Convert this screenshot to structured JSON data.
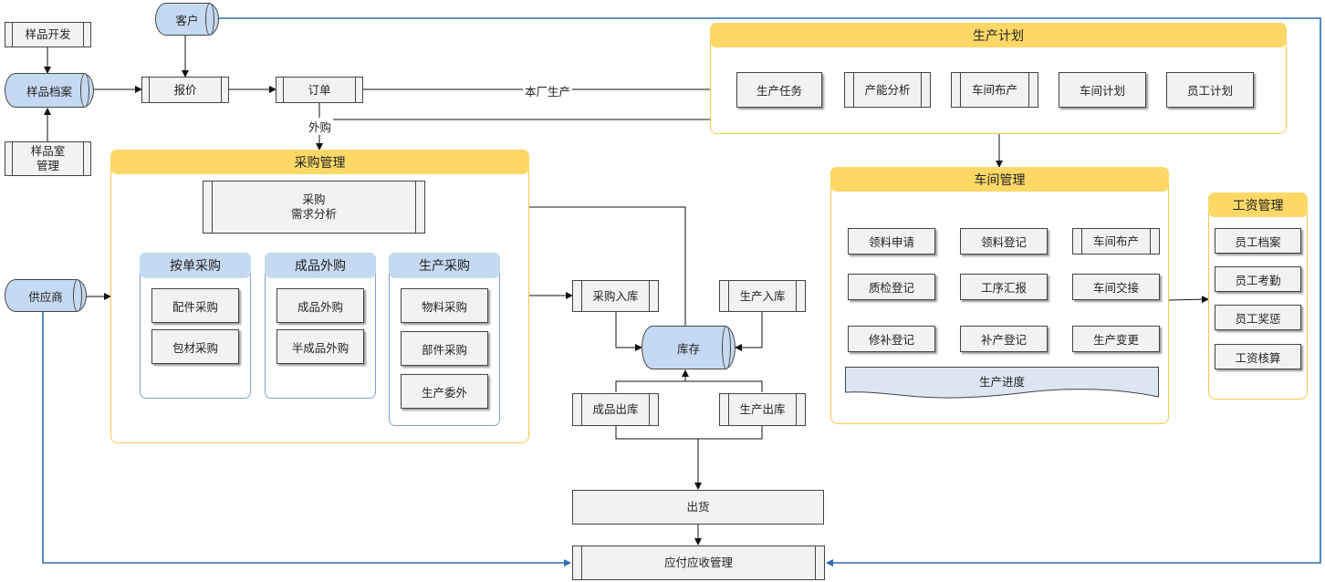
{
  "nodes": {
    "sample_dev": "样品开发",
    "sample_archive": "样品档案",
    "sample_room": "样品室\n管理",
    "customer": "客户",
    "quote": "报价",
    "order": "订单",
    "supplier": "供应商",
    "purchase_in": "采购入库",
    "production_in": "生产入库",
    "inventory": "库存",
    "finished_out": "成品出库",
    "production_out": "生产出库",
    "shipment": "出货",
    "ap_ar": "应付应收管理"
  },
  "edge_labels": {
    "in_house": "本厂生产",
    "outsource": "外购"
  },
  "production_plan": {
    "title": "生产计划",
    "items": [
      "生产任务",
      "产能分析",
      "车间布产",
      "车间计划",
      "员工计划"
    ]
  },
  "procurement": {
    "title": "采购管理",
    "demand": "采购\n需求分析",
    "groups": [
      {
        "title": "按单采购",
        "items": [
          "配件采购",
          "包材采购"
        ]
      },
      {
        "title": "成品外购",
        "items": [
          "成品外购",
          "半成品外购"
        ]
      },
      {
        "title": "生产采购",
        "items": [
          "物料采购",
          "部件采购",
          "生产委外"
        ]
      }
    ]
  },
  "workshop": {
    "title": "车间管理",
    "items": [
      "领料申请",
      "领料登记",
      "车间布产",
      "质检登记",
      "工序汇报",
      "车间交接",
      "修补登记",
      "补产登记",
      "生产变更"
    ],
    "progress": "生产进度"
  },
  "payroll": {
    "title": "工资管理",
    "items": [
      "员工档案",
      "员工考勤",
      "员工奖惩",
      "工资核算"
    ]
  }
}
